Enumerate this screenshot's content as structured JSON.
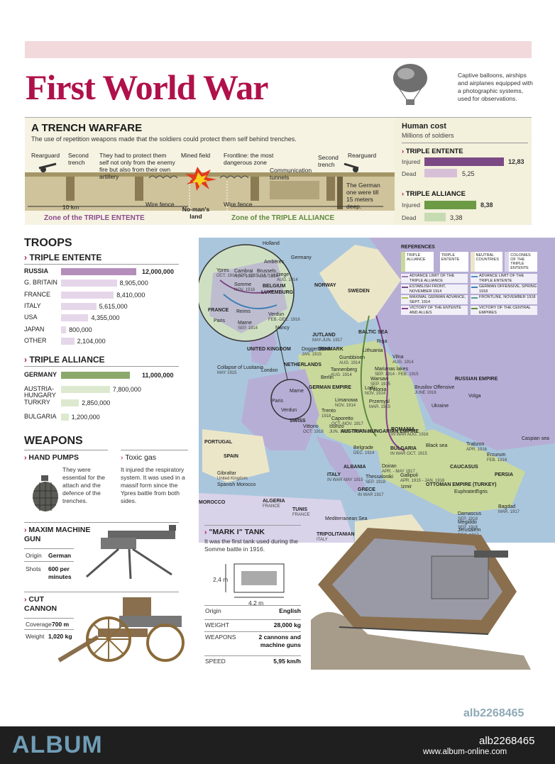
{
  "title": "First World War",
  "balloon_caption": "Captive balloons, airships and airplanes equipped with a photographic systems, used for observations.",
  "trench": {
    "heading": "A TRENCH WARFARE",
    "subtitle": "The use of repetition weapons made that the soldiers could protect them self behind trenches.",
    "labels": {
      "rearguard_left": "Rearguard",
      "second_trench_left": "Second trench",
      "protect": "They had to protect them self not only from the enemy fire but also from their own artillery",
      "mined_field": "Mined field",
      "frontline": "Frontline: the most dangerous zone",
      "communication": "Communication tunnels",
      "second_trench_right": "Second trench",
      "rearguard_right": "Rearguard",
      "german_deep": "The German one were till 15 meters deep.",
      "wire_fence_left": "Wire fence",
      "wire_fence_right": "Wire fence",
      "no_mans_land": "No-man's land",
      "scale": "10 km"
    },
    "zone_entente": "Zone of the TRIPLE ENTENTE",
    "zone_alliance": "Zone of the TRIPLE ALLIANCE"
  },
  "human_cost": {
    "heading": "Human cost",
    "subtitle": "Millions of soldiers",
    "groups": [
      {
        "name": "TRIPLE ENTENTE",
        "injured_label": "Injured",
        "injured": "12,83",
        "injured_num": 12.83,
        "dead_label": "Dead",
        "dead": "5,25",
        "dead_num": 5.25,
        "color_injured": "#7b4a84",
        "color_dead": "#d7bfd8"
      },
      {
        "name": "TRIPLE ALLIANCE",
        "injured_label": "Injured",
        "injured": "8,38",
        "injured_num": 8.38,
        "dead_label": "Dead",
        "dead": "3,38",
        "dead_num": 3.38,
        "color_injured": "#6c9a45",
        "color_dead": "#c6dbb1"
      }
    ]
  },
  "troops": {
    "heading": "TROOPS",
    "entente_heading": "TRIPLE ENTENTE",
    "entente": [
      {
        "country": "RUSSIA",
        "value": "12,000,000",
        "num": 12000000,
        "bold": true
      },
      {
        "country": "G. BRITAIN",
        "value": "8,905,000",
        "num": 8905000
      },
      {
        "country": "FRANCE",
        "value": "8,410,000",
        "num": 8410000
      },
      {
        "country": "ITALY",
        "value": "5,615,000",
        "num": 5615000
      },
      {
        "country": "USA",
        "value": "4,355,000",
        "num": 4355000
      },
      {
        "country": "JAPAN",
        "value": "800,000",
        "num": 800000
      },
      {
        "country": "OTHER",
        "value": "2,104,000",
        "num": 2104000
      }
    ],
    "alliance_heading": "TRIPLE ALLIANCE",
    "alliance": [
      {
        "country": "GERMANY",
        "value": "11,000,000",
        "num": 11000000,
        "bold": true
      },
      {
        "country": "AUSTRIA-HUNGARY",
        "value": "7,800,000",
        "num": 7800000
      },
      {
        "country": "TURKRY",
        "value": "2,850,000",
        "num": 2850000
      },
      {
        "country": "BULGARIA",
        "value": "1,200,000",
        "num": 1200000
      }
    ]
  },
  "weapons": {
    "heading": "WEAPONS",
    "hand_pumps": {
      "title": "HAND PUMPS",
      "text": "They were essential for the attach and the defence of the trenches."
    },
    "toxic_gas": {
      "title": "Toxic gas",
      "text": "It injured the respiratory system. It was used in a massif form since the Ypres battle from both sides."
    },
    "maxim": {
      "title": "MAXIM MACHINE GUN",
      "origin_label": "Origin",
      "origin": "German",
      "shots_label": "Shots",
      "shots": "600 per minutes"
    },
    "cannon": {
      "title": "CUT CANNON",
      "coverage_label": "Coverage",
      "coverage": "700 m",
      "weight_label": "Weight",
      "weight": "1,020 kg"
    },
    "tank": {
      "title": "\"MARK I\" TANK",
      "text": "It was the first tank used during the Somme battle in 1916.",
      "height": "2,4 m",
      "length": "4,2 m",
      "specs": [
        {
          "label": "Origin",
          "value": "English"
        },
        {
          "label": "WEIGHT",
          "value": "28,000 kg"
        },
        {
          "label": "WEAPONS",
          "value": "2 cannons and machine guns"
        },
        {
          "label": "SPEED",
          "value": "5,95 km/h"
        }
      ]
    }
  },
  "map": {
    "references_heading": "REFERENCES",
    "legend": [
      {
        "label": "TRIPLE ALLIANCE",
        "color": "#c9d99b"
      },
      {
        "label": "TRIPLE ENTENTE",
        "color": "#b7aed6"
      },
      {
        "label": "NEUTRAL COUNTRIES",
        "color": "#ece6c9"
      },
      {
        "label": "COLONIES OF THE TRIPLE ENTENTE",
        "color": "#d9d3ea"
      }
    ],
    "lines": [
      {
        "label": "ADVANCE LIMIT OF THE TRIPLE ALLIANCE",
        "color": "#9d7fb6"
      },
      {
        "label": "ADVANCE LIMIT OF THE TRIPLE ENTENTE",
        "color": "#4f8fc2"
      },
      {
        "label": "ESTABLISH FRONT, NOVEMBER 1914",
        "color": "#7b4a84"
      },
      {
        "label": "GERMAN OFFENSIVE, SPRING 1918",
        "color": "#3f7fb5"
      },
      {
        "label": "MAXIMAL GERMAN ADVANCE, SEPT. 1914",
        "color": "#a7c64d"
      },
      {
        "label": "FRONTLINE, NOVEMBER 1918",
        "color": "#4f9e8f"
      },
      {
        "label": "VICTORY OF THE ENTENTE AND ALLIES",
        "color": "#8a3f8f"
      },
      {
        "label": "VICTORY OF THE CENTRAL EMPIRES",
        "color": "#5e8a3c"
      }
    ],
    "places": [
      {
        "name": "Holland",
        "sub": ""
      },
      {
        "name": "Ypres",
        "sub": "OCT. 1914 APR. 1915 JULY 1917"
      },
      {
        "name": "Cambrai",
        "sub": "NOV. 1917"
      },
      {
        "name": "Brussels",
        "sub": "AUG. 1914"
      },
      {
        "name": "Amberes",
        "sub": ""
      },
      {
        "name": "Germany",
        "sub": ""
      },
      {
        "name": "Liege",
        "sub": "AUG. 1914"
      },
      {
        "name": "BELGIUM",
        "sub": ""
      },
      {
        "name": "Somme",
        "sub": "NOV. 1916"
      },
      {
        "name": "LUXEMBURG",
        "sub": ""
      },
      {
        "name": "FRANCE",
        "sub": ""
      },
      {
        "name": "Reims",
        "sub": ""
      },
      {
        "name": "Verdun",
        "sub": "FEB.-DEC. 1916"
      },
      {
        "name": "Paris",
        "sub": ""
      },
      {
        "name": "Marne",
        "sub": "SEP. 1914"
      },
      {
        "name": "Nancy",
        "sub": ""
      },
      {
        "name": "NORWAY",
        "sub": ""
      },
      {
        "name": "SWEDEN",
        "sub": ""
      },
      {
        "name": "JUTLAND",
        "sub": "MAY-JUN. 1917"
      },
      {
        "name": "BALTIC SEA",
        "sub": ""
      },
      {
        "name": "UNITED KINGDOM",
        "sub": ""
      },
      {
        "name": "Dogger Bank",
        "sub": "JAN. 1915"
      },
      {
        "name": "DENMARK",
        "sub": ""
      },
      {
        "name": "Riga",
        "sub": ""
      },
      {
        "name": "Lithuania",
        "sub": ""
      },
      {
        "name": "Gumbbinen",
        "sub": "AUG. 1914"
      },
      {
        "name": "Vilna",
        "sub": "AUG. 1914"
      },
      {
        "name": "Marianas lakes",
        "sub": "SEP. 1914 - FEB. 1915"
      },
      {
        "name": "Collapse of Lusitania",
        "sub": "MAY 1915"
      },
      {
        "name": "London",
        "sub": ""
      },
      {
        "name": "NETHERLANDS",
        "sub": ""
      },
      {
        "name": "Tannenberg",
        "sub": "AUG. 1914"
      },
      {
        "name": "Warsaw",
        "sub": "SEP. 1915"
      },
      {
        "name": "Berlin",
        "sub": ""
      },
      {
        "name": "Polonia",
        "sub": ""
      },
      {
        "name": "GERMAN EMPIRE",
        "sub": ""
      },
      {
        "name": "Lodz",
        "sub": "NOV. 1914"
      },
      {
        "name": "Brusilov Offensive",
        "sub": "JUNE 1916"
      },
      {
        "name": "RUSSIAN EMPIRE",
        "sub": ""
      },
      {
        "name": "Limanowa",
        "sub": "NOV. 1914"
      },
      {
        "name": "Przemysl",
        "sub": "MAR. 1915"
      },
      {
        "name": "Ukraine",
        "sub": ""
      },
      {
        "name": "Marne",
        "sub": ""
      },
      {
        "name": "Paris",
        "sub": ""
      },
      {
        "name": "Verdun",
        "sub": ""
      },
      {
        "name": "Trento",
        "sub": "1918"
      },
      {
        "name": "SWISS",
        "sub": ""
      },
      {
        "name": "Caporetto",
        "sub": "OCT.-NOV. 1917"
      },
      {
        "name": "Isonzo",
        "sub": "JUN. 1915 - SEPT. 1917"
      },
      {
        "name": "Vittorio",
        "sub": "OCT. 1918"
      },
      {
        "name": "AUSTRIAN-HUNGARIAN EMPIRE",
        "sub": ""
      },
      {
        "name": "ROMANIA",
        "sub": "IN WAR AUG. 1916"
      },
      {
        "name": "Belgrade",
        "sub": "DEC. 1914"
      },
      {
        "name": "BULGARIA",
        "sub": "IN WAR OCT. 1915"
      },
      {
        "name": "Black sea",
        "sub": ""
      },
      {
        "name": "Caspian sea",
        "sub": ""
      },
      {
        "name": "Trabzon",
        "sub": "APR. 1916"
      },
      {
        "name": "Erzurum",
        "sub": "FEB. 1916"
      },
      {
        "name": "CAUCASUS",
        "sub": ""
      },
      {
        "name": "PORTUGAL",
        "sub": ""
      },
      {
        "name": "SPAIN",
        "sub": ""
      },
      {
        "name": "ITALY",
        "sub": "IN WAR MAY 1915"
      },
      {
        "name": "ALBANIA",
        "sub": ""
      },
      {
        "name": "Doiran",
        "sub": "APR. - MAY 1917"
      },
      {
        "name": "Thessaloniki",
        "sub": "SEP. 1918"
      },
      {
        "name": "Gallipoli",
        "sub": "APR. 1915 - JAN. 1916"
      },
      {
        "name": "Izmir",
        "sub": ""
      },
      {
        "name": "OTTOMAN EMPIRE (TURKEY)",
        "sub": ""
      },
      {
        "name": "PERSIA",
        "sub": ""
      },
      {
        "name": "GRECE",
        "sub": "IN WAR 1917"
      },
      {
        "name": "Gibraltar",
        "sub": "United Kingdom"
      },
      {
        "name": "Spanish Morocco",
        "sub": ""
      },
      {
        "name": "MOROCCO",
        "sub": ""
      },
      {
        "name": "ALGERIA",
        "sub": "FRANCE"
      },
      {
        "name": "TUNIS",
        "sub": "FRANCE"
      },
      {
        "name": "Mediterranean Sea",
        "sub": ""
      },
      {
        "name": "TRIPOLITANIAN",
        "sub": "ITALY"
      },
      {
        "name": "Damascus",
        "sub": "SEP. 1918"
      },
      {
        "name": "Megiddo",
        "sub": "SEP. 1918"
      },
      {
        "name": "Jerusalem",
        "sub": "DEC. 1917"
      },
      {
        "name": "Bagdad",
        "sub": "MAR. 1917"
      },
      {
        "name": "Tigris",
        "sub": ""
      },
      {
        "name": "Euphrates",
        "sub": ""
      },
      {
        "name": "Volga",
        "sub": ""
      }
    ]
  },
  "footer": {
    "brand": "ALBUM",
    "image_id": "alb2268465",
    "url": "www.album-online.com"
  },
  "image_id_overlay": "alb2268465"
}
